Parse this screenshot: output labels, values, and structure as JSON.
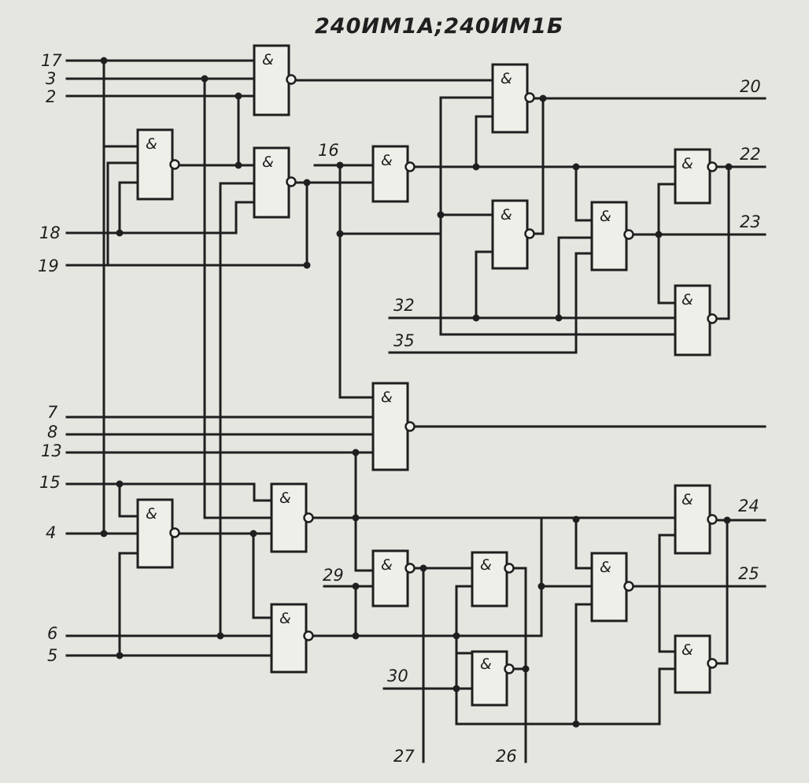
{
  "title": "240ИМ1А;240ИМ1Б",
  "gate_symbol": "&",
  "inputs": [
    "17",
    "3",
    "2",
    "18",
    "19",
    "16",
    "32",
    "35",
    "7",
    "8",
    "13",
    "15",
    "4",
    "29",
    "6",
    "5",
    "30"
  ],
  "outputs": [
    "20",
    "22",
    "23",
    "24",
    "25",
    "27",
    "26"
  ],
  "colors": {
    "ink": "#1f1f1f",
    "paper": "#e6e6e1"
  }
}
